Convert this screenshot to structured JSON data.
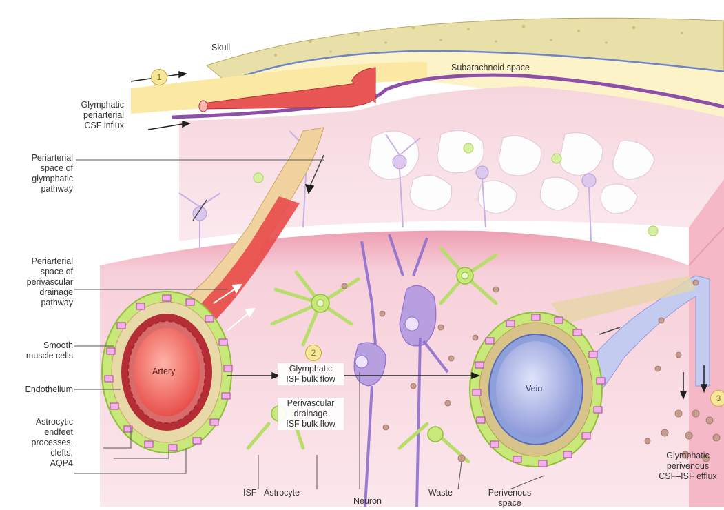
{
  "labels": {
    "skull": "Skull",
    "subarachnoid_space": "Subarachnoid space",
    "glymphatic_influx": [
      "Glymphatic",
      "periarterial",
      "CSF influx"
    ],
    "periarterial_glymphatic": [
      "Periarterial",
      "space of",
      "glymphatic",
      "pathway"
    ],
    "periarterial_perivascular": [
      "Periarterial",
      "space of",
      "perivascular",
      "drainage",
      "pathway"
    ],
    "smooth_muscle": [
      "Smooth",
      "muscle cells"
    ],
    "endothelium": "Endothelium",
    "astrocytic_endfeet": [
      "Astrocytic",
      "endfeet",
      "processes,",
      "clefts,",
      "AQP4"
    ],
    "artery": "Artery",
    "vein": "Vein",
    "glymphatic_isf_flow": [
      "Glymphatic",
      "ISF bulk flow"
    ],
    "perivascular_isf_flow": [
      "Perivascular",
      "drainage",
      "ISF bulk flow"
    ],
    "isf": "ISF",
    "astrocyte": "Astrocyte",
    "neuron": "Neuron",
    "waste": "Waste",
    "perivenous_space": [
      "Perivenous",
      "space"
    ],
    "glymphatic_efflux": [
      "Glymphatic",
      "perivenous",
      "CSF–ISF efflux"
    ]
  },
  "steps": [
    "1",
    "2",
    "3"
  ],
  "colors": {
    "skull": "#e9dfa8",
    "csf": "#fbe9a3",
    "tissue_pink": "#f3c9d2",
    "artery_red": "#e84a4a",
    "vein_blue": "#aeb8e6",
    "astrocyte_green": "#c9e87a",
    "neuron_purple": "#9b7cc9",
    "endfeet_magenta": "#d45bc4",
    "membrane_purple": "#8d4fa8"
  }
}
